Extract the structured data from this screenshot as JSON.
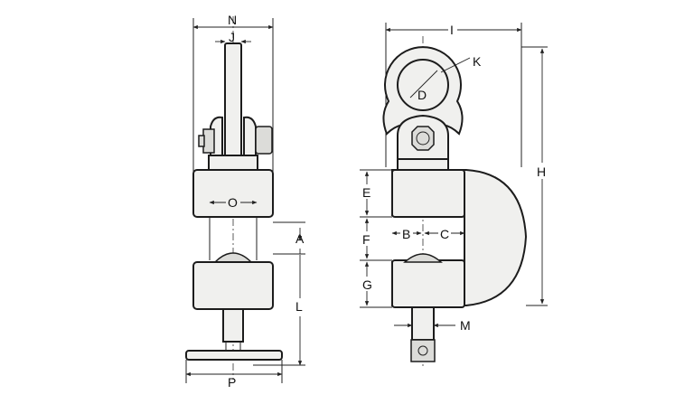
{
  "labels": {
    "N": "N",
    "J": "J",
    "O": "O",
    "A": "A",
    "L": "L",
    "P": "P",
    "I": "I",
    "K": "K",
    "D": "D",
    "E": "E",
    "F": "F",
    "G": "G",
    "B": "B",
    "C": "C",
    "H": "H",
    "M": "M"
  },
  "colors": {
    "line": "#1c1c1c",
    "fill": "#f0f0ee",
    "shade": "#dcdcd9",
    "background": "#ffffff"
  }
}
